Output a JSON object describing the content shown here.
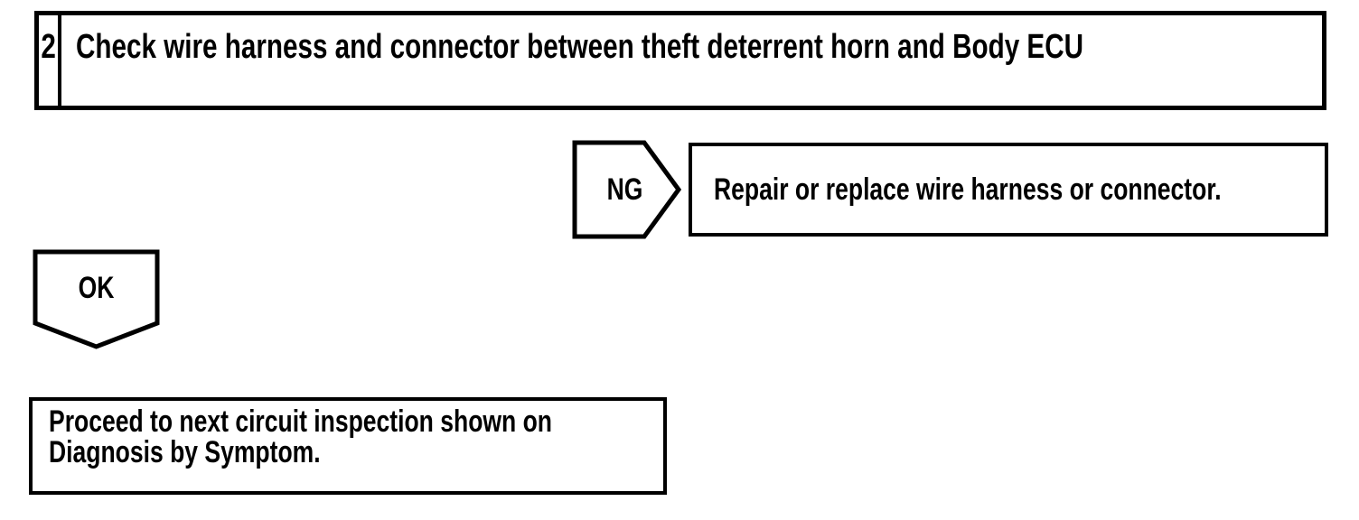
{
  "page": {
    "paper_color": "#ffffff",
    "ink_color": "#000000"
  },
  "flowchart": {
    "step_box": {
      "step_number": "2",
      "title": "Check wire harness and connector between theft deterrent horn and Body ECU"
    },
    "ng_branch": {
      "connector_label": "NG",
      "action_text": "Repair or replace wire harness or connector."
    },
    "ok_branch": {
      "connector_label": "OK",
      "action_lines": [
        "Proceed to next circuit inspection shown on",
        "Diagnosis by Symptom."
      ]
    }
  }
}
